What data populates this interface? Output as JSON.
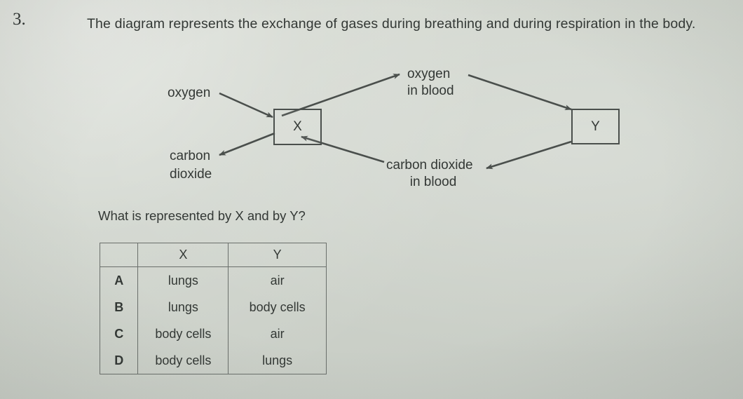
{
  "question": {
    "number": "3.",
    "stem": "The diagram represents the exchange of gases during breathing and during respiration in the body.",
    "prompt": "What is represented by X and by Y?"
  },
  "diagram": {
    "box_x_label": "X",
    "box_y_label": "Y",
    "labels": {
      "oxygen_left": "oxygen",
      "carbon_left_line1": "carbon",
      "carbon_left_line2": "dioxide",
      "oxygen_blood_line1": "oxygen",
      "oxygen_blood_line2": "in blood",
      "co2_blood_line1": "carbon dioxide",
      "co2_blood_line2": "in blood"
    }
  },
  "answer_table": {
    "headers": [
      "",
      "X",
      "Y"
    ],
    "rows": [
      {
        "letter": "A",
        "x": "lungs",
        "y": "air"
      },
      {
        "letter": "B",
        "x": "lungs",
        "y": "body cells"
      },
      {
        "letter": "C",
        "x": "body cells",
        "y": "air"
      },
      {
        "letter": "D",
        "x": "body cells",
        "y": "lungs"
      }
    ]
  },
  "colors": {
    "background": "#ced3cb",
    "ink": "#333835",
    "line": "#4a4f4c"
  }
}
